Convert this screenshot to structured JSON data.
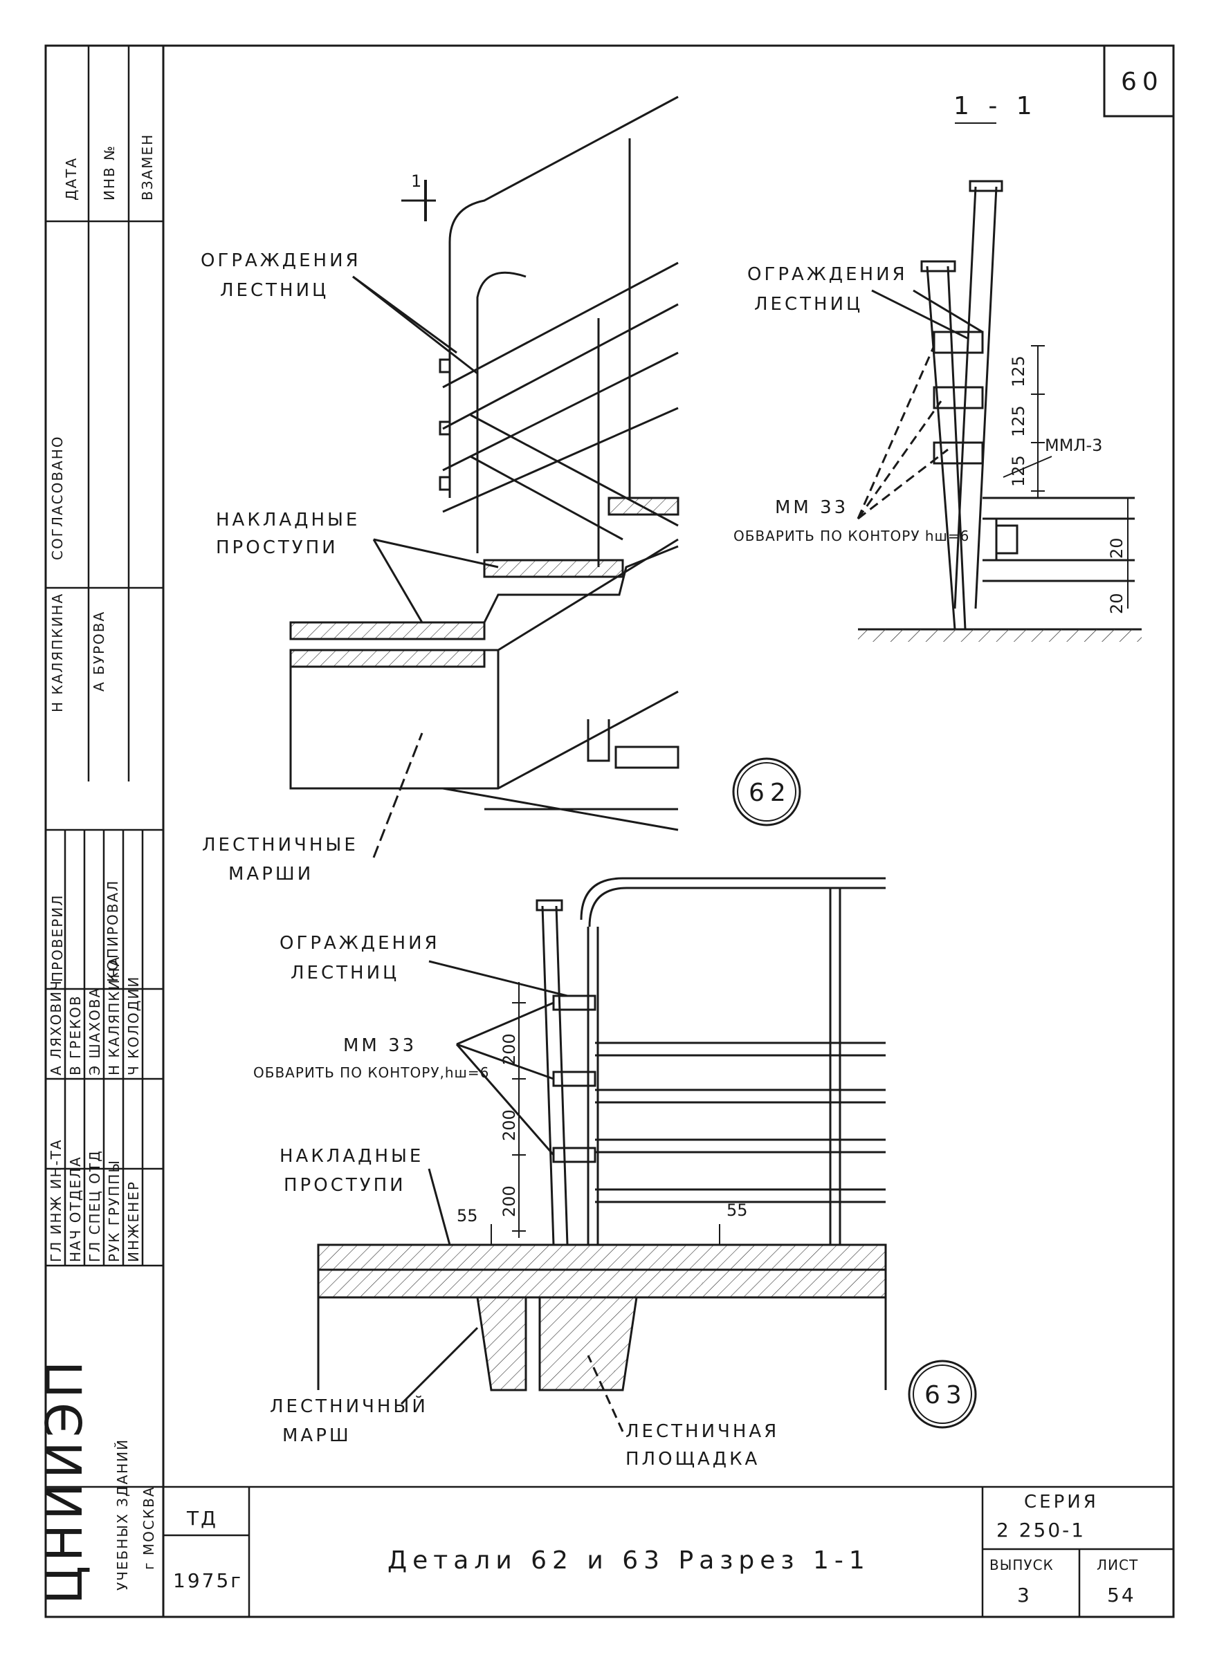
{
  "sheet": {
    "corner_number": "60",
    "title": "Детали 62 и 63  Разрез 1-1",
    "code": "ТД",
    "year": "1975г",
    "series_label": "СЕРИЯ",
    "series_value": "2 250-1",
    "issue_label": "ВЫПУСК",
    "issue_value": "3",
    "sheet_label": "ЛИСТ",
    "sheet_value": "54"
  },
  "stamp": {
    "org_name": "ЦНИИЭП",
    "org_sub1": "УЧЕБНЫХ ЗДАНИЙ",
    "org_sub2": "г МОСКВА",
    "col_data": "ДАТА",
    "col_inv": "ИНВ №",
    "col_vzamen": "ВЗАМЕН",
    "soglasovano": "СОГЛАСОВАНО",
    "names_row1": "Н КАЛЯПКИНА",
    "names_row2": "А БУРОВА",
    "proveril": "ПРОВЕРИЛ",
    "kopiroval": "КОПИРОВАЛ",
    "roles": [
      "ГЛ ИНЖ ИН-ТА",
      "НАЧ ОТДЕЛА",
      "ГЛ СПЕЦ ОТД",
      "РУК ГРУППЫ",
      "ИНЖЕНЕР"
    ],
    "people": [
      "А ЛЯХОВИЧ",
      "В ГРЕКОВ",
      "Э ШАХОВА",
      "Н КАЛЯПКИНА",
      "Ч КОЛОДИИ"
    ]
  },
  "detail_62": {
    "marker": "62",
    "section_mark": "1",
    "label_railing_1": "ОГРАЖДЕНИЯ",
    "label_railing_2": "ЛЕСТНИЦ",
    "label_treads_1": "НАКЛАДНЫЕ",
    "label_treads_2": "ПРОСТУПИ",
    "label_flights_1": "ЛЕСТНИЧНЫЕ",
    "label_flights_2": "МАРШИ"
  },
  "section_1_1": {
    "title": "1 - 1",
    "label_railing_1": "ОГРАЖДЕНИЯ",
    "label_railing_2": "ЛЕСТНИЦ",
    "label_part": "ММ 33",
    "label_weld": "ОБВАРИТЬ ПО КОНТОРУ hш=6",
    "label_mml": "ММЛ-3",
    "dims": [
      "125",
      "125",
      "125",
      "20",
      "20"
    ]
  },
  "detail_63": {
    "marker": "63",
    "label_railing_1": "ОГРАЖДЕНИЯ",
    "label_railing_2": "ЛЕСТНИЦ",
    "label_part": "ММ 33",
    "label_weld": "ОБВАРИТЬ ПО КОНТОРУ,hш=6",
    "label_treads_1": "НАКЛАДНЫЕ",
    "label_treads_2": "ПРОСТУПИ",
    "dim_left": "55",
    "dim_right": "55",
    "dims_vertical": [
      "200",
      "200",
      "200"
    ],
    "label_flight_1": "ЛЕСТНИЧНЫЙ",
    "label_flight_2": "МАРШ",
    "label_landing_1": "ЛЕСТНИЧНАЯ",
    "label_landing_2": "ПЛОЩАДКА"
  }
}
